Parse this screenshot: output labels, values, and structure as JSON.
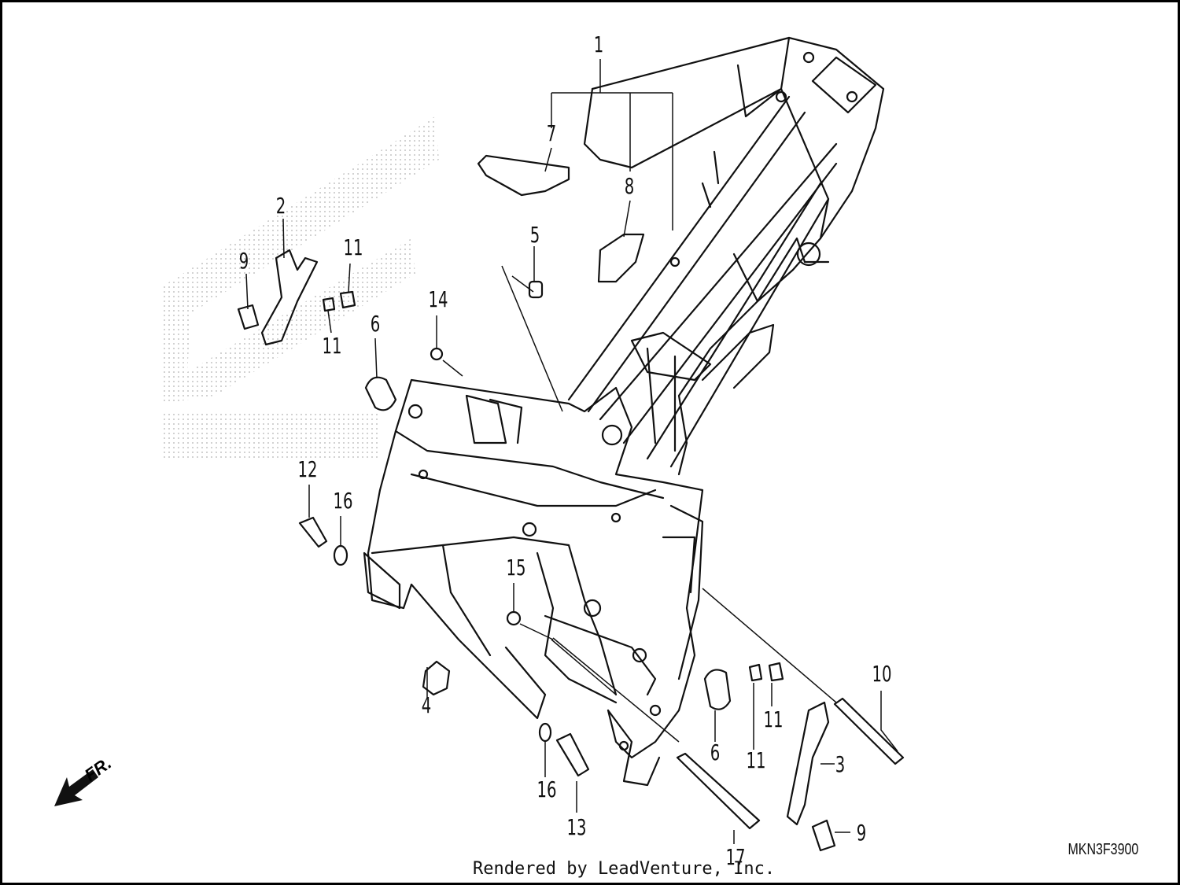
{
  "callouts": [
    {
      "id": "1",
      "label": "1"
    },
    {
      "id": "2",
      "label": "2"
    },
    {
      "id": "3",
      "label": "3"
    },
    {
      "id": "4",
      "label": "4"
    },
    {
      "id": "5",
      "label": "5"
    },
    {
      "id": "6a",
      "label": "6"
    },
    {
      "id": "6b",
      "label": "6"
    },
    {
      "id": "7",
      "label": "7"
    },
    {
      "id": "8",
      "label": "8"
    },
    {
      "id": "9a",
      "label": "9"
    },
    {
      "id": "9b",
      "label": "9"
    },
    {
      "id": "10",
      "label": "10"
    },
    {
      "id": "11a",
      "label": "11"
    },
    {
      "id": "11b",
      "label": "11"
    },
    {
      "id": "11c",
      "label": "11"
    },
    {
      "id": "11d",
      "label": "11"
    },
    {
      "id": "12",
      "label": "12"
    },
    {
      "id": "13",
      "label": "13"
    },
    {
      "id": "14",
      "label": "14"
    },
    {
      "id": "15",
      "label": "15"
    },
    {
      "id": "16a",
      "label": "16"
    },
    {
      "id": "16b",
      "label": "16"
    },
    {
      "id": "17",
      "label": "17"
    }
  ],
  "direction_label": "FR.",
  "drawing_code": "MKN3F3900",
  "credit": "Rendered by LeadVenture, Inc."
}
